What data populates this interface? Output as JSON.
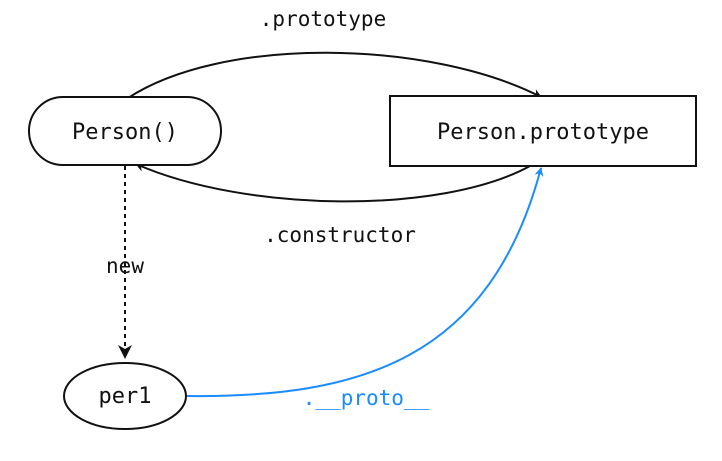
{
  "nodes": {
    "person_fn": {
      "label": "Person()"
    },
    "person_proto": {
      "label": "Person.prototype"
    },
    "per1": {
      "label": "per1"
    }
  },
  "edges": {
    "prototype": {
      "label": ".prototype"
    },
    "constructor": {
      "label": ".constructor"
    },
    "new": {
      "label": "new"
    },
    "proto": {
      "label": ".__proto__"
    }
  },
  "colors": {
    "ink": "#111111",
    "proto_link": "#1a8cff"
  }
}
